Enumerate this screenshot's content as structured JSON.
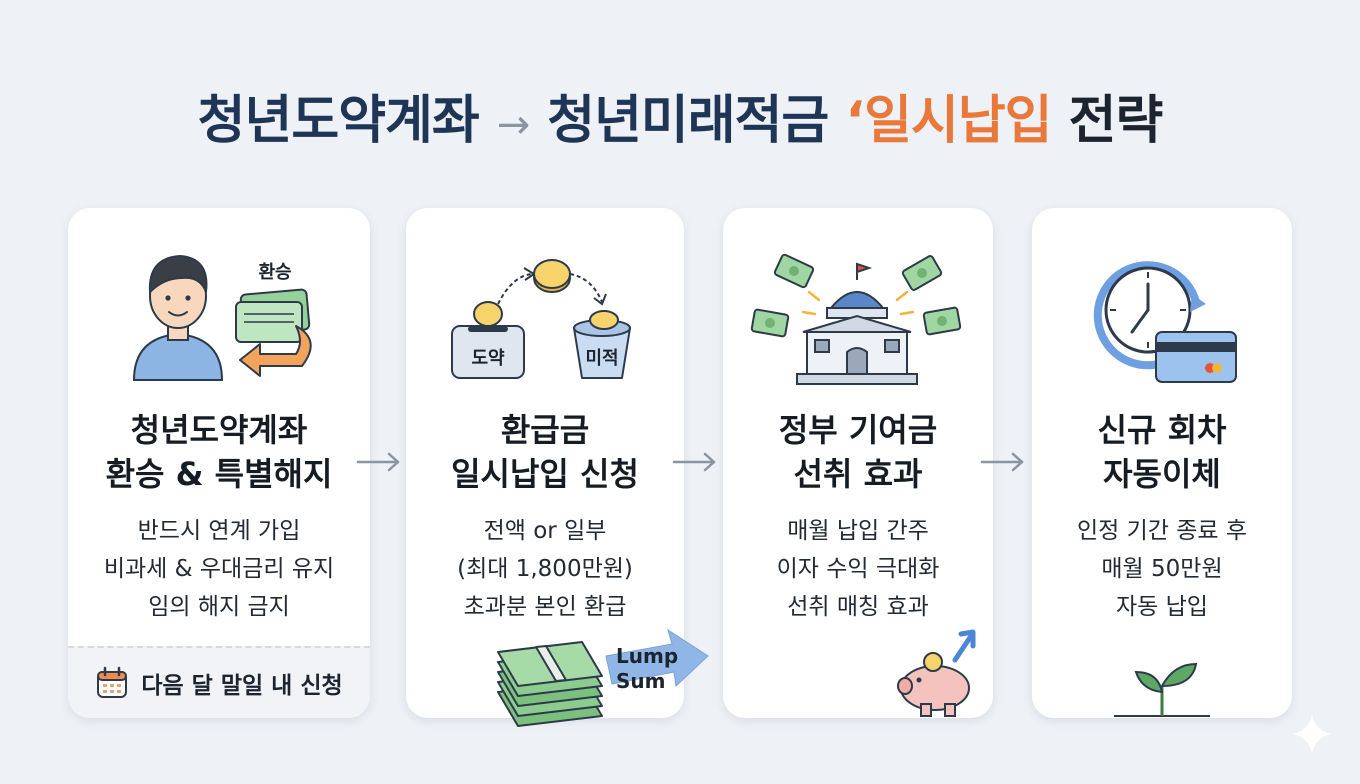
{
  "title": {
    "part1": "청년도약계좌",
    "arrow": "→",
    "part2": "청년미래적금",
    "part3": "‘일시납입",
    "part4": "전략"
  },
  "cards": [
    {
      "icon_label": "환승",
      "heading_line1": "청년도약계좌",
      "heading_line2": "환승 & 특별해지",
      "desc_line1": "반드시 연계 가입",
      "desc_line2": "비과세 & 우대금리 유지",
      "desc_line3": "임의 해지 금지",
      "footer": "다음 달 말일 내 신청"
    },
    {
      "box_left_label": "도약",
      "box_right_label": "미적",
      "heading_line1": "환급금",
      "heading_line2": "일시납입 신청",
      "desc_line1": "전액 or 일부",
      "desc_line2": "(최대 1,800만원)",
      "desc_line3": "초과분 본인 환급",
      "lump_line1": "Lump",
      "lump_line2": "Sum"
    },
    {
      "heading_line1": "정부 기여금",
      "heading_line2": "선취 효과",
      "desc_line1": "매월 납입 간주",
      "desc_line2": "이자 수익 극대화",
      "desc_line3": "선취 매칭 효과"
    },
    {
      "heading_line1": "신규 회차",
      "heading_line2": "자동이체",
      "desc_line1": "인정 기간 종료 후",
      "desc_line2": "매월 50만원",
      "desc_line3": "자동 납입"
    }
  ],
  "colors": {
    "navy": "#1e3556",
    "orange": "#e9783a",
    "background": "#eef1f5",
    "card": "#ffffff",
    "money_green": "#8ccc8f",
    "arrow_blue": "#7fa8dc"
  }
}
